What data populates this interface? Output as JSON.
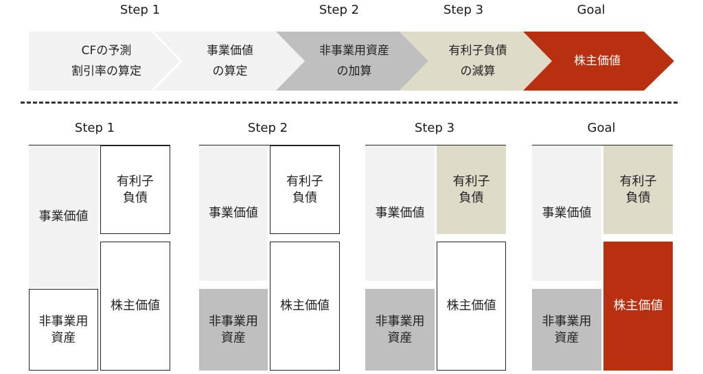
{
  "flow": {
    "headers": [
      "Step 1",
      "Step 2",
      "Step 3",
      "Goal"
    ],
    "chevrons": [
      {
        "lines": [
          "CFの予測",
          "割引率の算定"
        ],
        "fill": "#f2f2f2",
        "text_color": "#222222"
      },
      {
        "lines": [
          "事業価値",
          "の算定"
        ],
        "fill": "#f2f2f2",
        "text_color": "#222222"
      },
      {
        "lines": [
          "非事業用資産",
          "の加算"
        ],
        "fill": "#bfbfbf",
        "text_color": "#222222"
      },
      {
        "lines": [
          "有利子負債",
          "の減算"
        ],
        "fill": "#dedbc9",
        "text_color": "#222222"
      },
      {
        "lines": [
          "株主価値"
        ],
        "fill": "#b8300f",
        "text_color": "#ffffff"
      }
    ]
  },
  "panels": [
    {
      "title": "Step 1",
      "left_top": {
        "lines": [
          "事業価値"
        ],
        "style": "lgray"
      },
      "left_bottom": {
        "lines": [
          "非事業用",
          "資産"
        ],
        "style": "white"
      },
      "right_top": {
        "lines": [
          "有利子",
          "負債"
        ],
        "style": "white"
      },
      "right_bottom": {
        "lines": [
          "株主価値"
        ],
        "style": "white"
      }
    },
    {
      "title": "Step 2",
      "left_top": {
        "lines": [
          "事業価値"
        ],
        "style": "lgray"
      },
      "left_bottom": {
        "lines": [
          "非事業用",
          "資産"
        ],
        "style": "mgray"
      },
      "right_top": {
        "lines": [
          "有利子",
          "負債"
        ],
        "style": "white"
      },
      "right_bottom": {
        "lines": [
          "株主価値"
        ],
        "style": "white"
      }
    },
    {
      "title": "Step 3",
      "left_top": {
        "lines": [
          "事業価値"
        ],
        "style": "lgray"
      },
      "left_bottom": {
        "lines": [
          "非事業用",
          "資産"
        ],
        "style": "mgray"
      },
      "right_top": {
        "lines": [
          "有利子",
          "負債"
        ],
        "style": "beige"
      },
      "right_bottom": {
        "lines": [
          "株主価値"
        ],
        "style": "white"
      }
    },
    {
      "title": "Goal",
      "left_top": {
        "lines": [
          "事業価値"
        ],
        "style": "lgray"
      },
      "left_bottom": {
        "lines": [
          "非事業用",
          "資産"
        ],
        "style": "mgray"
      },
      "right_top": {
        "lines": [
          "有利子",
          "負債"
        ],
        "style": "beige"
      },
      "right_bottom": {
        "lines": [
          "株主価値"
        ],
        "style": "red"
      }
    }
  ],
  "colors": {
    "light_gray": "#f2f2f2",
    "mid_gray": "#bfbfbf",
    "beige": "#dedbc9",
    "accent_red": "#b8300f"
  }
}
